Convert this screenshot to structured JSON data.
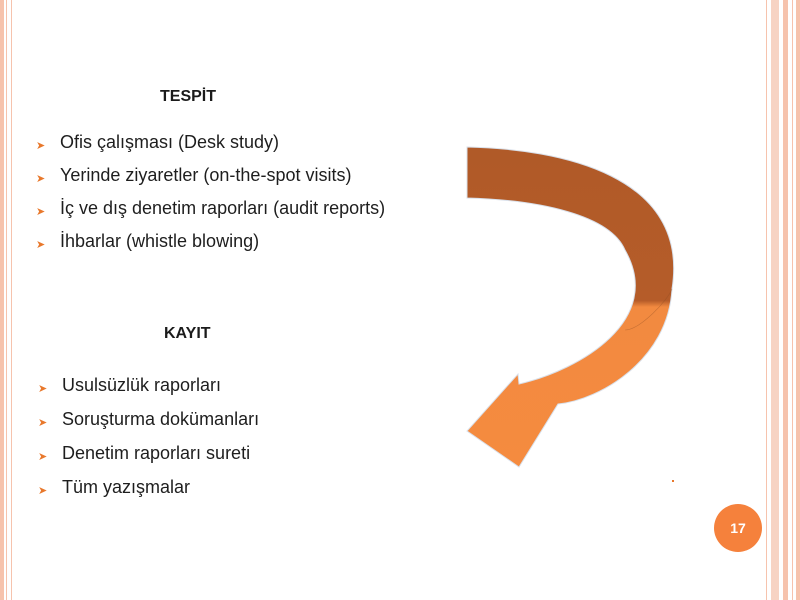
{
  "slide": {
    "section_1_heading": "TESPİT",
    "section_1_items": [
      "Ofis çalışması (Desk study)",
      "Yerinde ziyaretler (on-the-spot visits)",
      "İç ve dış denetim raporları (audit reports)",
      "İhbarlar (whistle blowing)"
    ],
    "section_2_heading": "KAYIT",
    "section_2_items": [
      "Usulsüzlük raporları",
      "Soruşturma dokümanları",
      "Denetim raporları sureti",
      "Tüm yazışmalar"
    ],
    "page_number": "17"
  },
  "colors": {
    "accent_orange": "#f5813c",
    "arrow_top": "#b05a28",
    "arrow_bottom": "#f58b3f",
    "border_stripe": "#f6c3ad"
  },
  "icons": {
    "bullet": "arrowhead-bullet-icon",
    "arrow": "curved-arrow-icon"
  }
}
